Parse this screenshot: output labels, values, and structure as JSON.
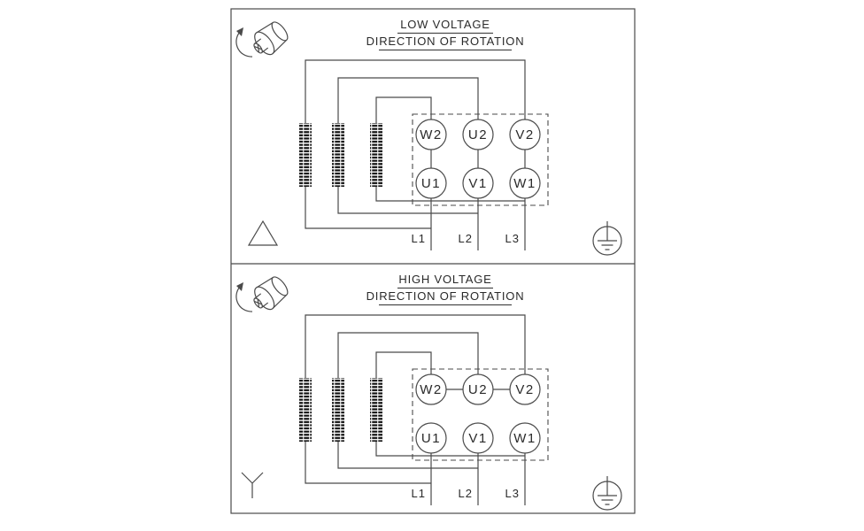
{
  "diagram": {
    "colors": {
      "background": "#ffffff",
      "line_color": "#4a4a4a",
      "text_color": "#2a2a2a",
      "coil_color": "#111111"
    },
    "panels": [
      {
        "title": "LOW VOLTAGE",
        "subtitle": "DIRECTION OF ROTATION",
        "connection": "delta",
        "terminals_top": [
          "W2",
          "U2",
          "V2"
        ],
        "terminals_bottom": [
          "U1",
          "V1",
          "W1"
        ],
        "leads": [
          "L1",
          "L2",
          "L3"
        ],
        "icons": [
          "motor-rotation-icon",
          "delta-symbol-icon",
          "ground-icon"
        ]
      },
      {
        "title": "HIGH VOLTAGE",
        "subtitle": "DIRECTION OF ROTATION",
        "connection": "wye",
        "terminals_top": [
          "W2",
          "U2",
          "V2"
        ],
        "terminals_bottom": [
          "U1",
          "V1",
          "W1"
        ],
        "leads": [
          "L1",
          "L2",
          "L3"
        ],
        "icons": [
          "motor-rotation-icon",
          "wye-symbol-icon",
          "ground-icon"
        ]
      }
    ]
  }
}
